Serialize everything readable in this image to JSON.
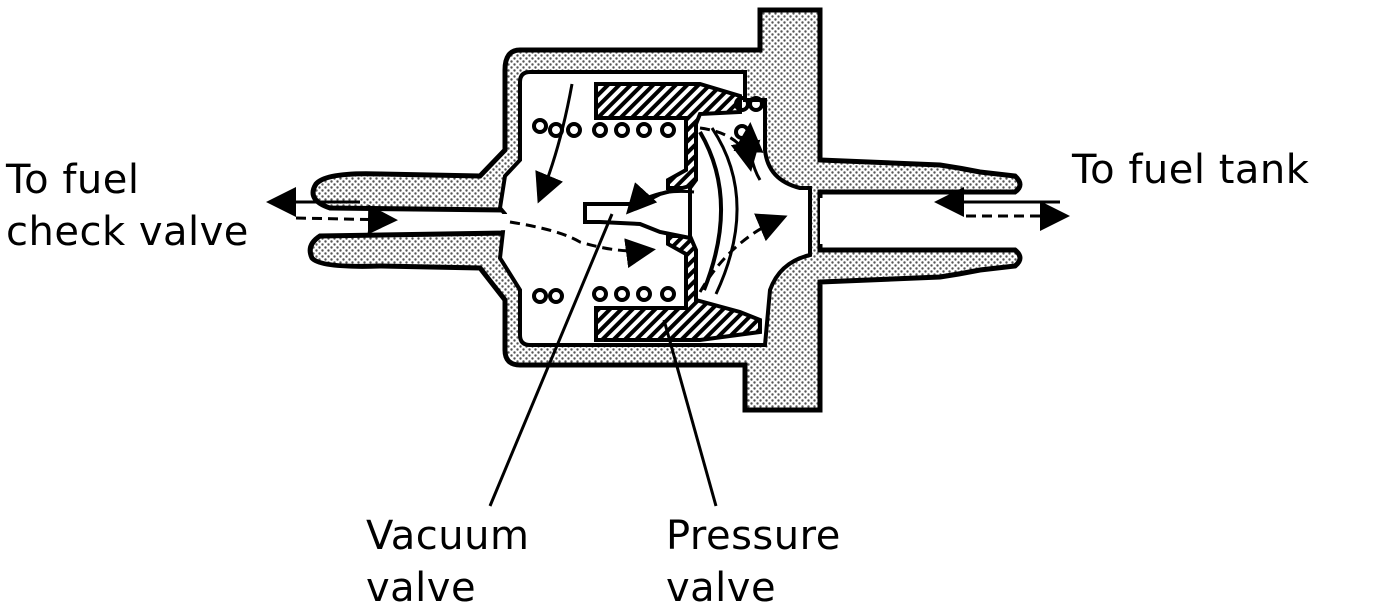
{
  "labels": {
    "left_line1": "To fuel",
    "left_line2": "check valve",
    "right": "To fuel tank",
    "vacuum_line1": "Vacuum",
    "vacuum_line2": "valve",
    "pressure_line1": "Pressure",
    "pressure_line2": "valve"
  },
  "colors": {
    "ink": "#000000",
    "stipple": "#c8c8c8",
    "hatch": "#000000",
    "background": "#ffffff"
  }
}
